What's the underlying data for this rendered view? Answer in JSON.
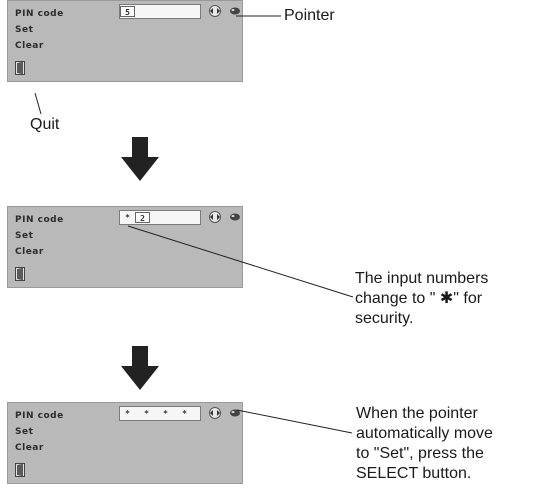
{
  "panels": [
    {
      "pin_label": "PIN code",
      "set_label": "Set",
      "clear_label": "Clear",
      "pin_digits": [
        "5",
        "",
        "",
        ""
      ]
    },
    {
      "pin_label": "PIN code",
      "set_label": "Set",
      "clear_label": "Clear",
      "pin_digits": [
        "*",
        "2",
        "",
        ""
      ]
    },
    {
      "pin_label": "PIN code",
      "set_label": "Set",
      "clear_label": "Clear",
      "pin_digits": [
        "*",
        "*",
        "*",
        "*"
      ]
    }
  ],
  "callouts": {
    "pointer": "Pointer",
    "quit": "Quit",
    "input_line1": "The input numbers",
    "input_line2": "change to \" ✱\" for",
    "input_line3": "security.",
    "set_line1": "When the pointer",
    "set_line2": "automatically move",
    "set_line3": "to \"Set\", press the",
    "set_line4": "SELECT button."
  },
  "icons": {
    "arrows": "left-right-arrows-icon",
    "pointer": "pointer-icon",
    "quit": "door-quit-icon",
    "step": "down-arrow-icon"
  },
  "colors": {
    "panel_bg": "#b9b9b9",
    "arrow": "#222222"
  }
}
